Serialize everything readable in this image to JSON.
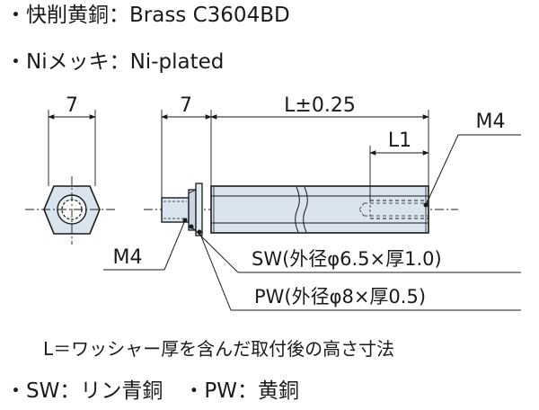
{
  "spec": {
    "material": "・快削黄銅：Brass C3604BD",
    "plating": "・Niメッキ：Ni-plated"
  },
  "drawing": {
    "dim_hex": "7",
    "dim_thread": "7",
    "dim_length": "L±0.25",
    "dim_l1": "L1",
    "thread_right": "M4",
    "thread_left": "M4",
    "sw_label": "SW(外径φ6.5×厚1.0)",
    "pw_label": "PW(外径φ8×厚0.5)"
  },
  "notes": {
    "length_note": "L＝ワッシャー厚を含んだ取付後の高さ寸法",
    "washers": "・SW：リン青銅　・PW：黄銅"
  }
}
